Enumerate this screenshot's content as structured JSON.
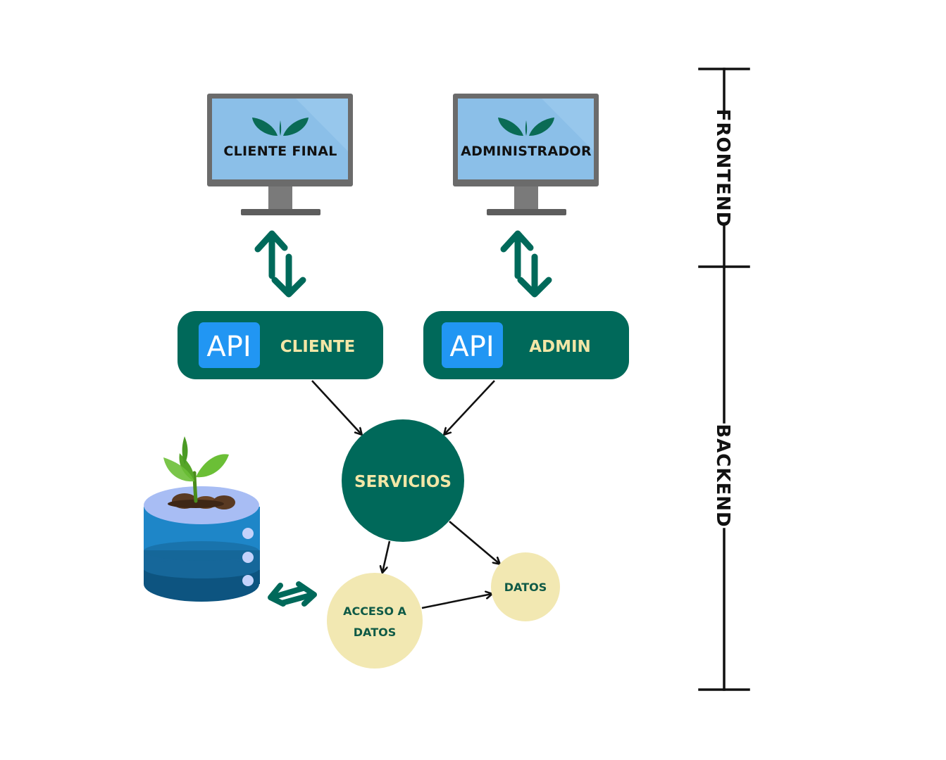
{
  "frontend": {
    "section_label": "FRONTEND",
    "client_monitor": {
      "label": "CLIENTE FINAL",
      "icon": "leaf-logo-icon"
    },
    "admin_monitor": {
      "label": "ADMINISTRADOR",
      "icon": "leaf-logo-icon"
    }
  },
  "backend": {
    "section_label": "BACKEND",
    "api_client": {
      "badge": "API",
      "label": "CLIENTE"
    },
    "api_admin": {
      "badge": "API",
      "label": "ADMIN"
    },
    "services": {
      "label": "SERVICIOS"
    },
    "data_access": {
      "label_line1": "ACCESO A",
      "label_line2": "DATOS"
    },
    "data": {
      "label": "DATOS"
    },
    "database": {
      "icon": "database-plant-icon"
    }
  },
  "colors": {
    "primary_green": "#00695a",
    "label_cream": "#f2e6a6",
    "api_blue": "#2196f3",
    "screen_blue": "#8bbfe8",
    "node_cream": "#f2e8b2"
  }
}
